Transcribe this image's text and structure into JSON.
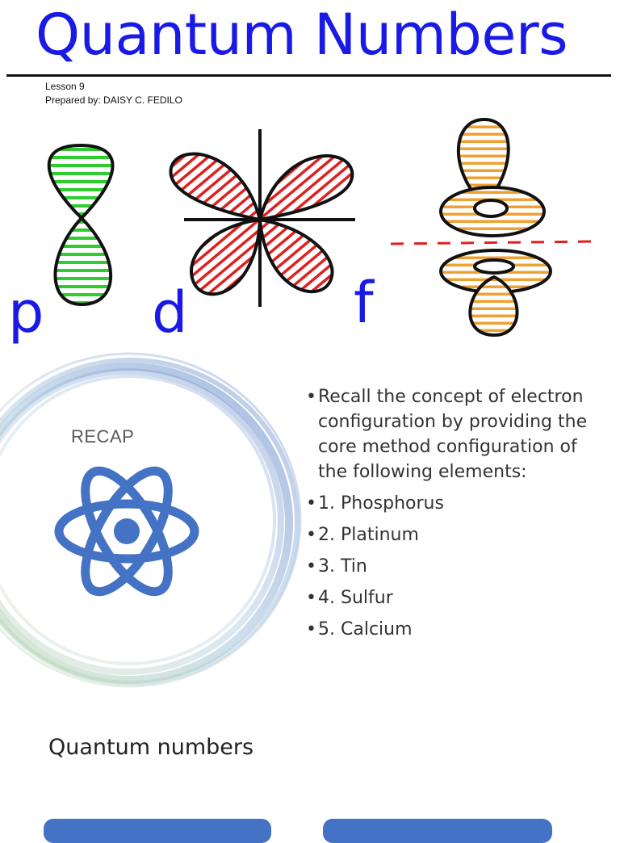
{
  "slide1": {
    "title": "Quantum Numbers",
    "lesson": "Lesson 9",
    "prepared_by": "Prepared by: DAISY C. FEDILO",
    "orbital_labels": [
      "p",
      "d",
      "f"
    ],
    "colors": {
      "title": "#1a1ae6",
      "p_orbital": "#2ecc2e",
      "d_orbital": "#e02020",
      "f_orbital": "#f0a030"
    }
  },
  "slide2": {
    "heading": "RECAP",
    "bullets": [
      "Recall the concept of electron configuration by providing the core method configuration of the following elements:",
      "1. Phosphorus",
      "2. Platinum",
      "3. Tin",
      "4. Sulfur",
      "5. Calcium"
    ],
    "icon": "atom-icon",
    "colors": {
      "accent": "#4472c4"
    }
  },
  "slide3": {
    "title": "Quantum numbers",
    "colors": {
      "card": "#4472c4"
    }
  }
}
